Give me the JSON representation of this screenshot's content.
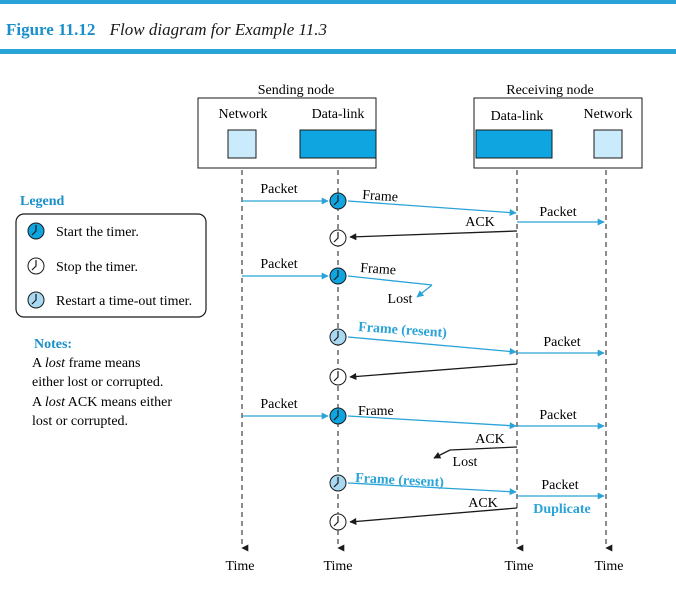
{
  "figure": {
    "number": "Figure 11.12",
    "caption": "Flow diagram for Example 11.3"
  },
  "nodes": {
    "sending": "Sending node",
    "receiving": "Receiving node",
    "network": "Network",
    "data_link": "Data-link"
  },
  "legend": {
    "title": "Legend",
    "start": "Start the timer.",
    "stop": "Stop the timer.",
    "restart": "Restart a time-out timer."
  },
  "notes": {
    "title": "Notes:",
    "line1_pre": "A ",
    "line1_em": "lost",
    "line1_post": " frame means",
    "line2": "either lost or corrupted.",
    "line3_pre": "A ",
    "line3_em": "lost",
    "line3_post": " ACK means either",
    "line4": "lost or corrupted."
  },
  "labels": {
    "packet": "Packet",
    "frame": "Frame",
    "ack": "ACK",
    "lost": "Lost",
    "frame_resent": "Frame (resent)",
    "duplicate": "Duplicate",
    "time": "Time"
  },
  "colors": {
    "accent": "#2aa3d8",
    "dark_blue": "#1a8fc8",
    "box_fill": "#0ea5e0",
    "light_fill": "#c9ebfb",
    "restart_fill": "#a9d8f2",
    "arrow": "#2aa3d8"
  }
}
